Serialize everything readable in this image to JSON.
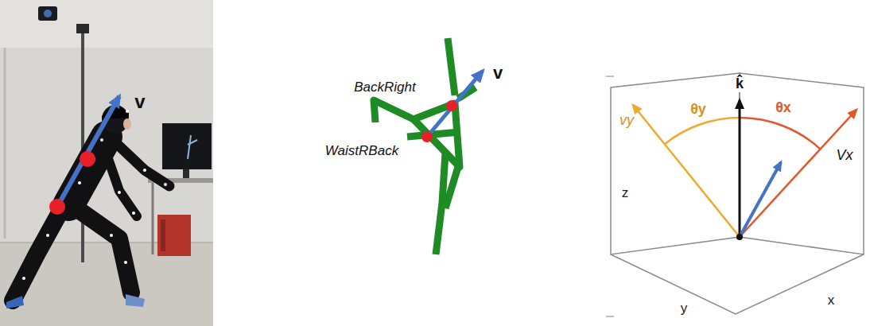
{
  "diagram": {
    "labels": [
      "v",
      "BackRight",
      "WaistRBack",
      "v",
      "k̂",
      "vy",
      "θy",
      "θx",
      "Vx",
      "z",
      "y",
      "x"
    ]
  }
}
